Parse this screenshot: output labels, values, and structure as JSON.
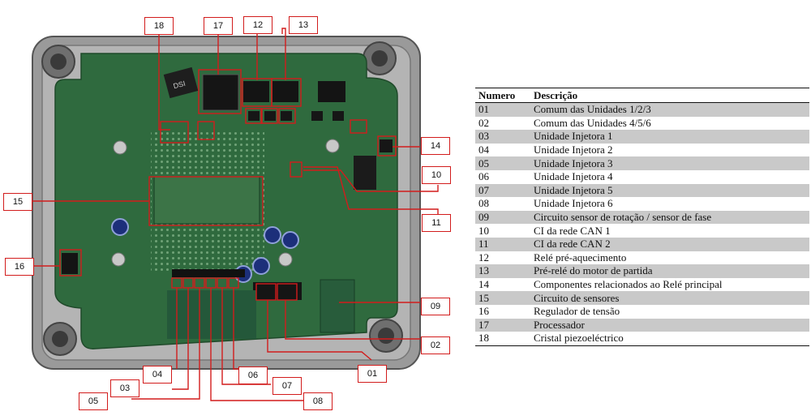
{
  "legend": {
    "headers": {
      "number": "Numero",
      "description": "Descrição"
    },
    "rows": [
      {
        "num": "01",
        "desc": "Comum das Unidades 1/2/3"
      },
      {
        "num": "02",
        "desc": "Comum das Unidades 4/5/6"
      },
      {
        "num": "03",
        "desc": "Unidade Injetora 1"
      },
      {
        "num": "04",
        "desc": "Unidade Injetora 2"
      },
      {
        "num": "05",
        "desc": "Unidade Injetora 3"
      },
      {
        "num": "06",
        "desc": "Unidade Injetora 4"
      },
      {
        "num": "07",
        "desc": "Unidade Injetora 5"
      },
      {
        "num": "08",
        "desc": "Unidade Injetora 6"
      },
      {
        "num": "09",
        "desc": "Circuito sensor de rotação / sensor de fase"
      },
      {
        "num": "10",
        "desc": "CI da rede CAN 1"
      },
      {
        "num": "11",
        "desc": "CI da rede CAN 2"
      },
      {
        "num": "12",
        "desc": "Relé pré-aquecimento"
      },
      {
        "num": "13",
        "desc": "Pré-relé do motor de partida"
      },
      {
        "num": "14",
        "desc": "Componentes relacionados ao Relé principal"
      },
      {
        "num": "15",
        "desc": "Circuito de sensores"
      },
      {
        "num": "16",
        "desc": "Regulador de tensão"
      },
      {
        "num": "17",
        "desc": "Processador"
      },
      {
        "num": "18",
        "desc": "Cristal piezoeléctrico"
      }
    ]
  },
  "callouts": {
    "c01": "01",
    "c02": "02",
    "c03": "03",
    "c04": "04",
    "c05": "05",
    "c06": "06",
    "c07": "07",
    "c08": "08",
    "c09": "09",
    "c10": "10",
    "c11": "11",
    "c12": "12",
    "c13": "13",
    "c14": "14",
    "c15": "15",
    "c16": "16",
    "c17": "17",
    "c18": "18"
  },
  "board": {
    "chip_marking": "DSI"
  },
  "colors": {
    "leader": "#d21c1c",
    "pcb": "#2f6a3e",
    "housing": "#8c8c8c",
    "row_shade": "#c9c9c9"
  }
}
